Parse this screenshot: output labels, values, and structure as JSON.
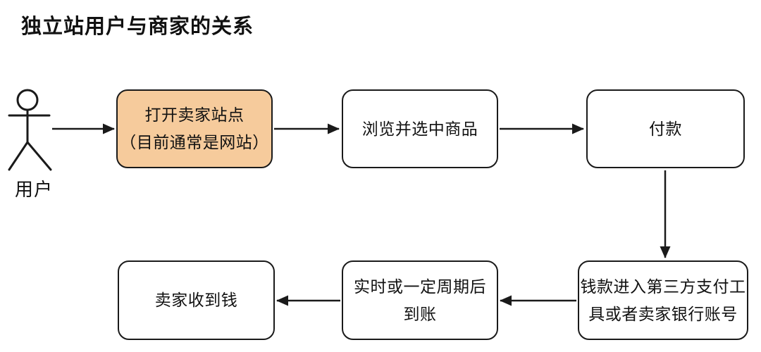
{
  "title": "独立站用户与商家的关系",
  "actor": {
    "icon": "stick-figure-person-icon",
    "label": "用户"
  },
  "colors": {
    "highlight_fill": "#F6CB9C",
    "node_fill": "#FFFFFF",
    "stroke": "#1A1A1A",
    "canvas_background": "#FFFFFF"
  },
  "nodes": [
    {
      "id": "open-seller-site",
      "label": "打开卖家站点\n（目前通常是网站）",
      "highlighted": true
    },
    {
      "id": "browse-and-select-product",
      "label": "浏览并选中商品",
      "highlighted": false
    },
    {
      "id": "pay",
      "label": "付款",
      "highlighted": false
    },
    {
      "id": "funds-to-third-party-or-bank",
      "label": "钱款进入第三方支付工\n具或者卖家银行账号",
      "highlighted": false
    },
    {
      "id": "arrive-realtime-or-periodic",
      "label": "实时或一定周期后\n到账",
      "highlighted": false
    },
    {
      "id": "seller-receives-money",
      "label": "卖家收到钱",
      "highlighted": false
    }
  ],
  "edges": [
    {
      "from": "用户",
      "to": "打开卖家站点（目前通常是网站）"
    },
    {
      "from": "打开卖家站点（目前通常是网站）",
      "to": "浏览并选中商品"
    },
    {
      "from": "浏览并选中商品",
      "to": "付款"
    },
    {
      "from": "付款",
      "to": "钱款进入第三方支付工具或者卖家银行账号"
    },
    {
      "from": "钱款进入第三方支付工具或者卖家银行账号",
      "to": "实时或一定周期后到账"
    },
    {
      "from": "实时或一定周期后到账",
      "to": "卖家收到钱"
    }
  ]
}
